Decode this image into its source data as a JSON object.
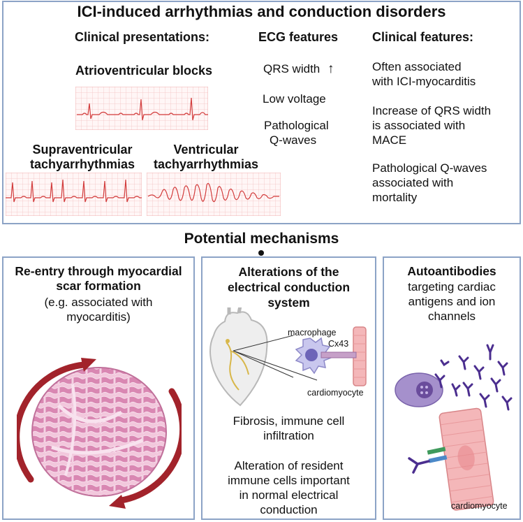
{
  "top": {
    "title": "ICI-induced arrhythmias and conduction disorders",
    "clinical_presentations": {
      "heading": "Clinical presentations:",
      "av_blocks": "Atrioventricular blocks",
      "supraventricular": [
        "Supraventricular",
        "tachyarrhythmias"
      ],
      "ventricular": [
        "Ventricular",
        "tachyarrhythmias"
      ]
    },
    "ecg_features": {
      "heading": "ECG features",
      "items": [
        "QRS width",
        "Low voltage",
        "Pathological",
        "Q-waves"
      ],
      "arrow": "↑"
    },
    "clinical_features": {
      "heading": "Clinical features:",
      "items": [
        [
          "Often associated",
          "with ICI-myocarditis"
        ],
        [
          "Increase of QRS width",
          "is associated with",
          "MACE"
        ],
        [
          "Pathological Q-waves",
          "associated with",
          "mortality"
        ]
      ]
    }
  },
  "mechanisms": {
    "title": "Potential mechanisms",
    "reentry": {
      "title": [
        "Re-entry through myocardial",
        "scar formation"
      ],
      "subtitle": [
        "(e.g. associated with",
        "myocarditis)"
      ]
    },
    "conduction": {
      "title": [
        "Alterations of the",
        "electrical conduction",
        "system"
      ],
      "labels": {
        "macrophage": "macrophage",
        "cx43": "Cx43",
        "cardiomyocyte": "cardiomyocyte"
      },
      "text1": [
        "Fibrosis, immune cell",
        "infiltration"
      ],
      "text2": [
        "Alteration of resident",
        "immune cells important",
        "in normal electrical",
        "conduction"
      ]
    },
    "autoantibodies": {
      "title": "Autoantibodies",
      "subtitle": [
        "targeting cardiac",
        "antigens and ion",
        "channels"
      ],
      "label": "cardiomyocyte"
    }
  },
  "colors": {
    "border": "#8ca3c6",
    "ecg_line": "#d23b3b",
    "ecg_grid": "#f3c2c2",
    "scar_arrow": "#a2232b",
    "tissue": "#e8a6c7",
    "antibody": "#4b2e8f"
  }
}
